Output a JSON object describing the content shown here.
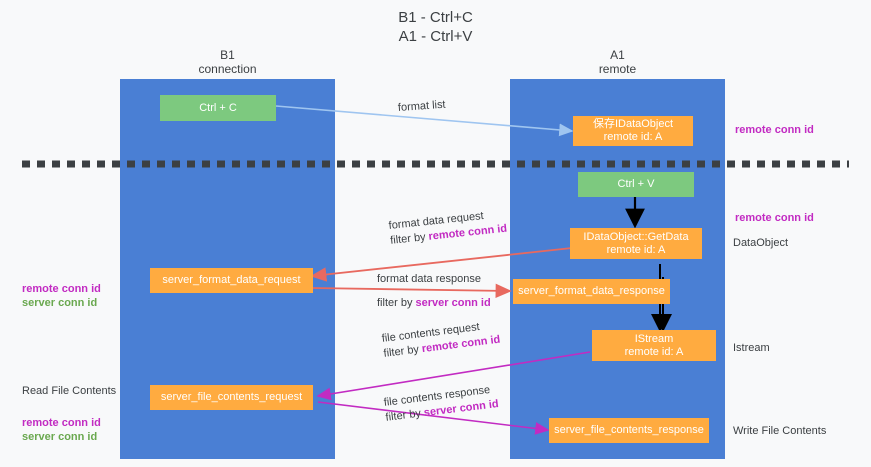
{
  "title": "B1 - Ctrl+C\nA1 - Ctrl+V",
  "lanes": [
    {
      "id": "b1",
      "title": "B1\nconnection"
    },
    {
      "id": "a1",
      "title": "A1\nremote"
    }
  ],
  "boxes": {
    "ctrl_c": "Ctrl + C",
    "ctrl_v": "Ctrl + V",
    "idataobject_store": "保存IDataObject\nremote id: A",
    "idataobject_getdata": "IDataObject::GetData\nremote id: A",
    "istream": "IStream\nremote id: A",
    "server_format_data_request": "server_format_data_request",
    "server_format_data_response": "server_format_data_response",
    "server_file_contents_request": "server_file_contents_request",
    "server_file_contents_response": "server_file_contents_response"
  },
  "edge_labels": {
    "format_list": "format list",
    "format_data_request": "format data request",
    "format_data_request_filter_prefix": "filter by ",
    "format_data_request_filter_key": "remote conn id",
    "format_data_response": "format data response",
    "format_data_response_filter_prefix": "filter by ",
    "format_data_response_filter_key": "server conn id",
    "file_contents_request": "file contents request",
    "file_contents_request_filter_prefix": "filter by ",
    "file_contents_request_filter_key": "remote conn id",
    "file_contents_response": "file contents response",
    "file_contents_response_filter_prefix": "filter by ",
    "file_contents_response_filter_key": "server conn id"
  },
  "annotations": {
    "right_remote_conn_id_top": "remote conn id",
    "right_remote_conn_id_mid": "remote conn id",
    "right_dataobject": "DataObject",
    "right_istream": "Istream",
    "right_write_file_contents": "Write File Contents",
    "left_read_file_contents": "Read File Contents",
    "conn_ids_remote": "remote conn id",
    "conn_ids_server": "server conn id"
  },
  "colors": {
    "lane": "#4a7fd4",
    "green_box": "#7dc97f",
    "orange_box": "#ffab40",
    "magenta": "#c22bc2",
    "green_text": "#6aa84f",
    "arrow_blue": "#9fc5f0",
    "arrow_red": "#e8695f",
    "arrow_magenta": "#c22bc2",
    "arrow_black": "#000000",
    "background": "#f8f9fa"
  }
}
